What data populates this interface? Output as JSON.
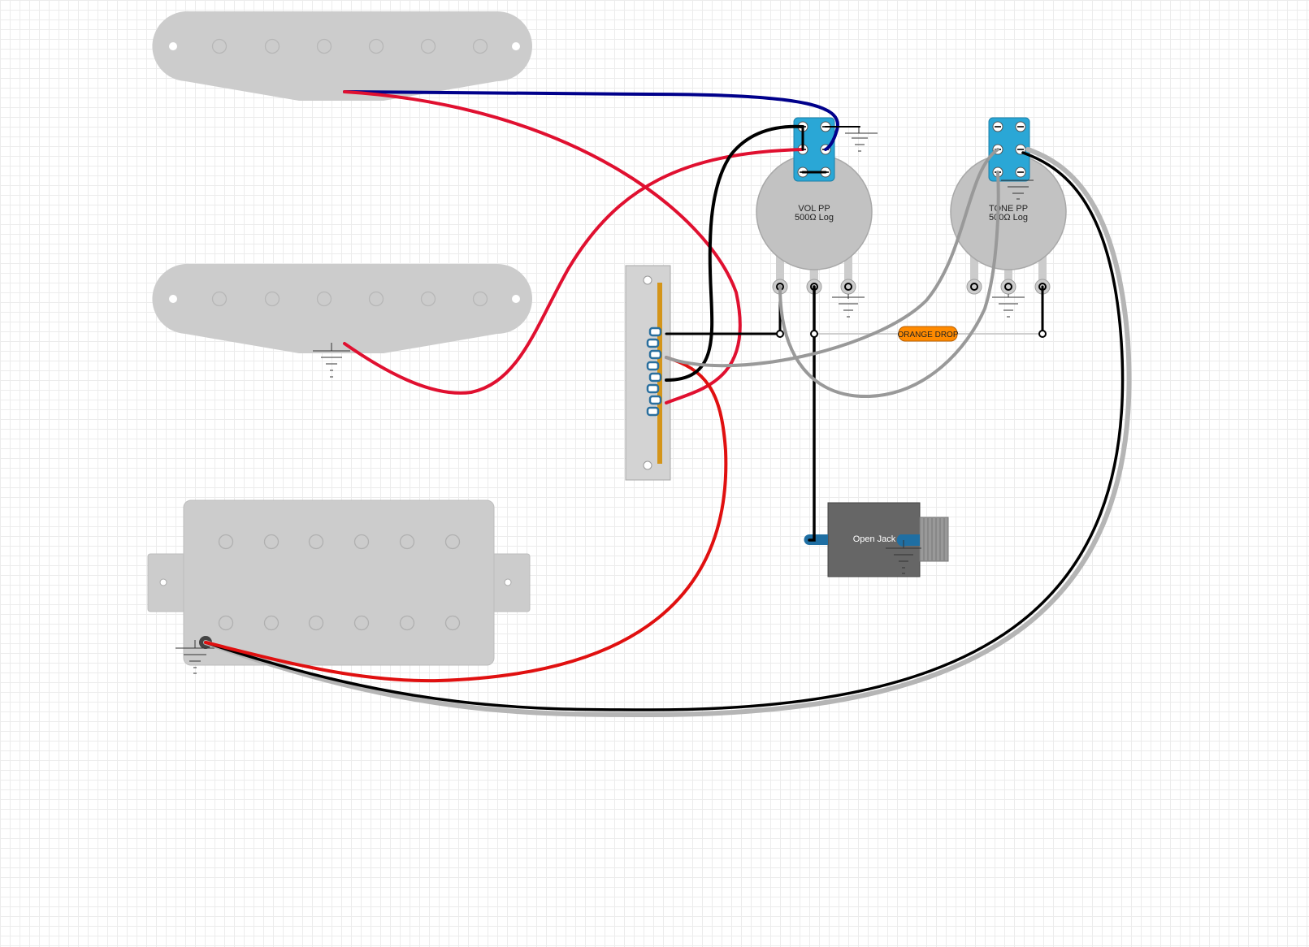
{
  "diagram": {
    "components": {
      "vol_pot": {
        "line1": "VOL PP",
        "line2": "500Ω Log"
      },
      "tone_pot": {
        "line1": "TONE PP",
        "line2": "500Ω Log"
      },
      "capacitor": {
        "label": "ORANGE DROP"
      },
      "jack": {
        "label": "Open Jack"
      }
    },
    "colors": {
      "background": "#ffffff",
      "pickup_body": "#cccccc",
      "wire_red": "#e01030",
      "wire_blue": "#00008b",
      "wire_black": "#000000",
      "wire_grey": "#999999",
      "switch_blue": "#2aa7d6",
      "cap_orange": "#ff8a00",
      "selector_bar": "#d4951a",
      "jack_body": "#666666"
    }
  }
}
